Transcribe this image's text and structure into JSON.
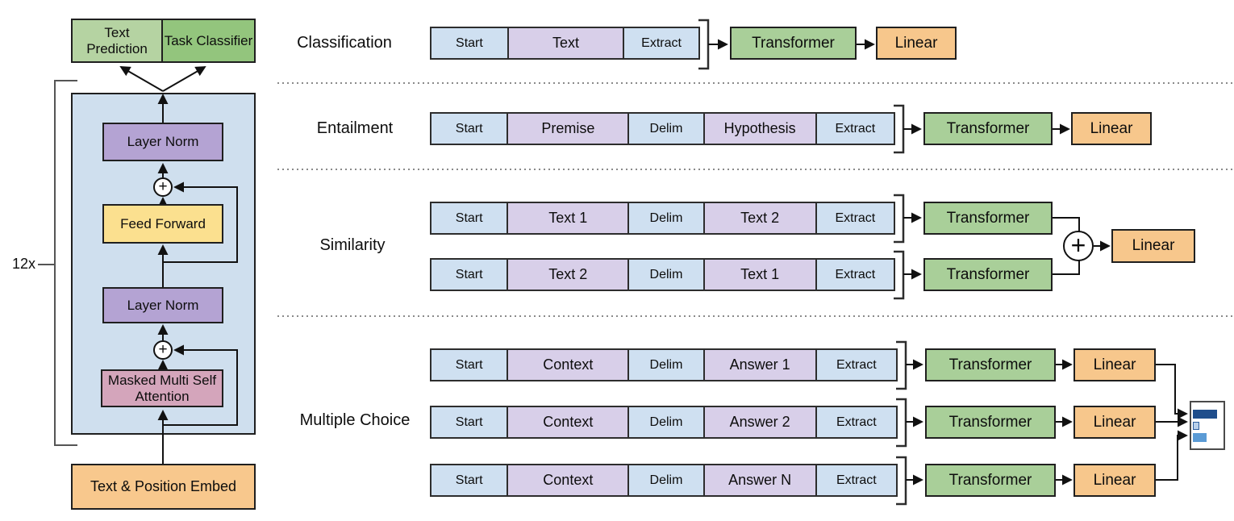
{
  "colors": {
    "token_cell": "#cfe0f1",
    "content_cell": "#d8cfe9",
    "transformer": "#a9cf99",
    "linear": "#f7c78c",
    "container": "#cfdfee",
    "layer_norm": "#b4a3d3",
    "feed_forward": "#fbe08f",
    "attention": "#d4a5bb",
    "embed": "#f8c88d",
    "head_text_prediction": "#b5d3a2",
    "head_task_classifier": "#93c57d",
    "chart_bar_1": "#1f4e8c",
    "chart_bar_2": "#b9d0ea",
    "chart_bar_3": "#5b9bd5"
  },
  "left_model": {
    "repeat_label": "12x",
    "heads": {
      "text_prediction": "Text Prediction",
      "task_classifier": "Task Classifier"
    },
    "layer_norm_top": "Layer Norm",
    "plus_top": "+",
    "feed_forward": "Feed Forward",
    "layer_norm_bottom": "Layer Norm",
    "plus_bottom": "+",
    "attention": "Masked Multi Self Attention",
    "embed": "Text & Position Embed"
  },
  "tasks": {
    "classification": {
      "label": "Classification",
      "row": {
        "cells": [
          "Start",
          "Text",
          "Extract"
        ],
        "transformer": "Transformer",
        "linear": "Linear"
      }
    },
    "entailment": {
      "label": "Entailment",
      "row": {
        "cells": [
          "Start",
          "Premise",
          "Delim",
          "Hypothesis",
          "Extract"
        ],
        "transformer": "Transformer",
        "linear": "Linear"
      }
    },
    "similarity": {
      "label": "Similarity",
      "row1": {
        "cells": [
          "Start",
          "Text 1",
          "Delim",
          "Text 2",
          "Extract"
        ],
        "transformer": "Transformer"
      },
      "row2": {
        "cells": [
          "Start",
          "Text 2",
          "Delim",
          "Text 1",
          "Extract"
        ],
        "transformer": "Transformer"
      },
      "merge_plus": "+",
      "linear": "Linear"
    },
    "multiple_choice": {
      "label": "Multiple Choice",
      "row1": {
        "cells": [
          "Start",
          "Context",
          "Delim",
          "Answer 1",
          "Extract"
        ],
        "transformer": "Transformer",
        "linear": "Linear"
      },
      "row2": {
        "cells": [
          "Start",
          "Context",
          "Delim",
          "Answer 2",
          "Extract"
        ],
        "transformer": "Transformer",
        "linear": "Linear"
      },
      "row3": {
        "cells": [
          "Start",
          "Context",
          "Delim",
          "Answer N",
          "Extract"
        ],
        "transformer": "Transformer",
        "linear": "Linear"
      }
    }
  }
}
